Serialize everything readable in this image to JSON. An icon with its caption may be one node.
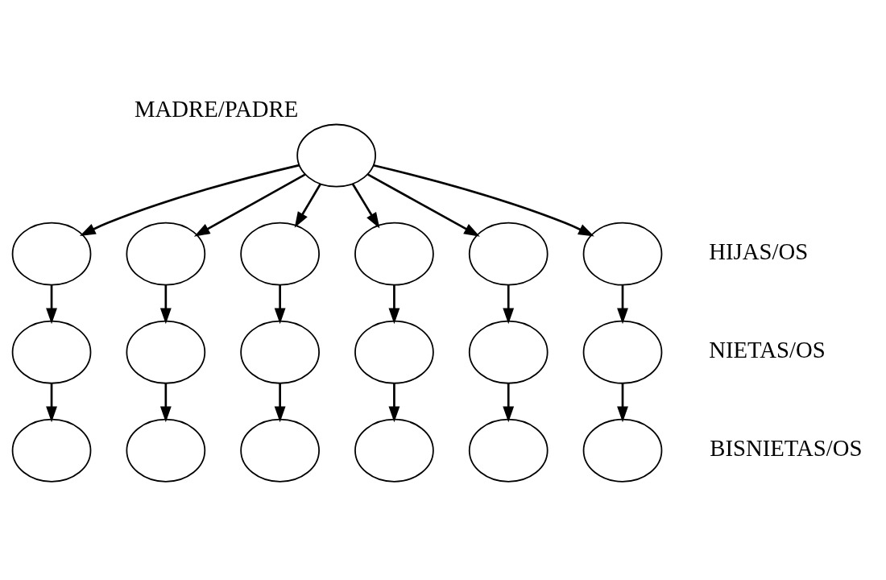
{
  "diagram": {
    "nodes": [
      {
        "text": [],
        "shape": "circle",
        "beside": [
          "MADRE/PADRE"
        ]
      },
      {
        "text": [],
        "shape": "circle"
      },
      {
        "text": [],
        "shape": "circle"
      },
      {
        "text": [],
        "shape": "circle"
      },
      {
        "text": [],
        "shape": "circle"
      },
      {
        "text": [],
        "shape": "circle"
      },
      {
        "text": [],
        "shape": "circle"
      },
      {
        "text": [],
        "shape": "circle"
      },
      {
        "text": [],
        "shape": "circle"
      },
      {
        "text": [],
        "shape": "circle"
      },
      {
        "text": [],
        "shape": "circle"
      },
      {
        "text": [],
        "shape": "circle"
      },
      {
        "text": [],
        "shape": "circle"
      },
      {
        "text": [],
        "shape": "circle"
      },
      {
        "text": [],
        "shape": "circle"
      },
      {
        "text": [],
        "shape": "circle"
      },
      {
        "text": [],
        "shape": "circle"
      },
      {
        "text": [],
        "shape": "circle"
      },
      {
        "text": [],
        "shape": "circle"
      }
    ],
    "edges": [
      {
        "from": 0,
        "to": 1,
        "arrow": "to"
      },
      {
        "from": 0,
        "to": 2,
        "arrow": "to"
      },
      {
        "from": 0,
        "to": 3,
        "arrow": "to"
      },
      {
        "from": 0,
        "to": 4,
        "arrow": "to"
      },
      {
        "from": 0,
        "to": 5,
        "arrow": "to"
      },
      {
        "from": 0,
        "to": 6,
        "arrow": "to"
      },
      {
        "from": 1,
        "to": 7,
        "arrow": "to"
      },
      {
        "from": 2,
        "to": 8,
        "arrow": "to"
      },
      {
        "from": 3,
        "to": 9,
        "arrow": "to"
      },
      {
        "from": 4,
        "to": 10,
        "arrow": "to"
      },
      {
        "from": 5,
        "to": 11,
        "arrow": "to"
      },
      {
        "from": 6,
        "to": 12,
        "arrow": "to"
      },
      {
        "from": 7,
        "to": 13,
        "arrow": "to"
      },
      {
        "from": 8,
        "to": 14,
        "arrow": "to"
      },
      {
        "from": 9,
        "to": 15,
        "arrow": "to"
      },
      {
        "from": 10,
        "to": 16,
        "arrow": "to"
      },
      {
        "from": 11,
        "to": 17,
        "arrow": "to"
      },
      {
        "from": 12,
        "to": 18,
        "arrow": "to"
      }
    ],
    "labels": [
      "HIJAS/OS",
      "NIETAS/OS",
      "BISNIETAS/OS"
    ]
  }
}
